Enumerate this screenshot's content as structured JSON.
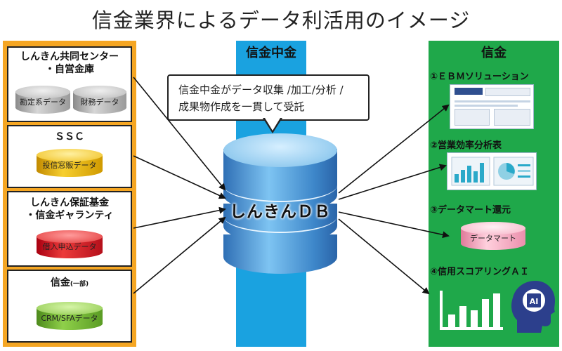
{
  "title": "信金業界によるデータ利活用のイメージ",
  "left": {
    "boxes": [
      {
        "title_lines": [
          "しんきん共同センター",
          "・自営金庫"
        ],
        "title_suffix": "",
        "databases": [
          {
            "label": "勘定系データ",
            "color": "gray"
          },
          {
            "label": "財務データ",
            "color": "gray"
          }
        ]
      },
      {
        "title_lines": [
          "ＳＳＣ"
        ],
        "title_suffix": "",
        "databases": [
          {
            "label": "投信窓販データ",
            "color": "yellow"
          }
        ]
      },
      {
        "title_lines": [
          "しんきん保証基金",
          "・信金ギャランティ"
        ],
        "title_suffix": "",
        "databases": [
          {
            "label": "借入申込データ",
            "color": "red"
          }
        ]
      },
      {
        "title_lines": [
          "信金"
        ],
        "title_suffix": "(一部)",
        "databases": [
          {
            "label": "CRM/SFAデータ",
            "color": "green"
          }
        ]
      }
    ]
  },
  "center": {
    "heading": "信金中金",
    "bubble_lines": [
      "信金中金がデータ収集 /加工/分析 /",
      "成果物作成を一貫して受託"
    ],
    "db_label": "しんきんＤＢ"
  },
  "right": {
    "heading": "信金",
    "outputs": [
      {
        "title": "①ＥＢＭソリューション",
        "visual": "report-document"
      },
      {
        "title": "②営業効率分析表",
        "visual": "analysis-sheet"
      },
      {
        "title": "③データマート還元",
        "visual": "database",
        "db_label": "データマート"
      },
      {
        "title": "④信用スコアリングＡＩ",
        "visual": "bar-chart-and-ai-head",
        "ai_badge": "AI"
      }
    ]
  },
  "colors": {
    "left_panel": "#f5a623",
    "center_stripe": "#1aa2e0",
    "right_panel": "#1fa84a",
    "main_db": "#4a93d4"
  }
}
